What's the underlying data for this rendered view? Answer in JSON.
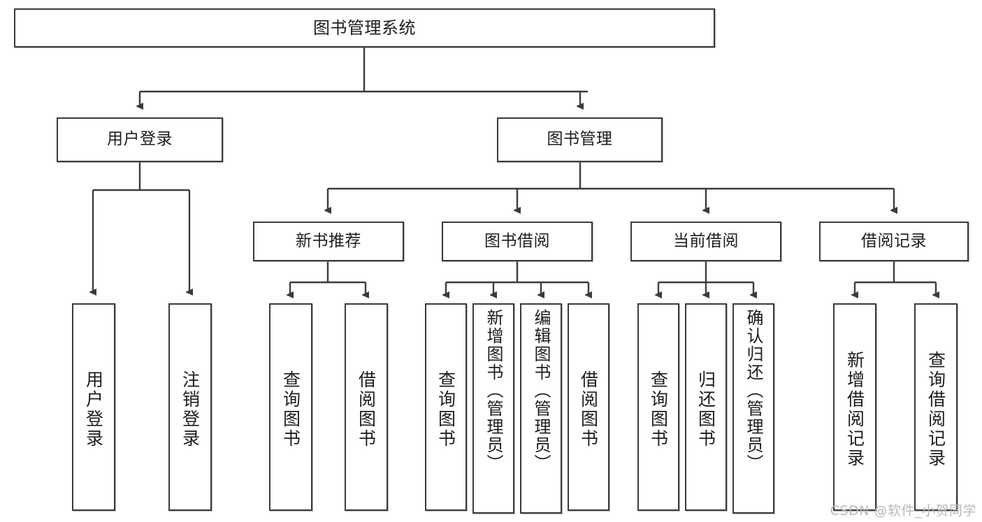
{
  "diagram": {
    "title": "图书管理系统",
    "type": "tree-hierarchy",
    "watermark": "CSDN @软件_小贺同学",
    "colors": {
      "node_border": "#3b3b3b",
      "node_fill": "#ffffff",
      "edge": "#3b3b3b",
      "text": "#1d1d1d",
      "watermark": "#b9b9b9",
      "background": "#ffffff"
    },
    "nodes": {
      "root": {
        "label": "图书管理系统"
      },
      "level1": [
        {
          "id": "user-login",
          "label": "用户登录"
        },
        {
          "id": "book-management",
          "label": "图书管理"
        }
      ],
      "level2": [
        {
          "id": "new-book-recommend",
          "label": "新书推荐"
        },
        {
          "id": "book-borrow",
          "label": "图书借阅"
        },
        {
          "id": "current-borrow",
          "label": "当前借阅"
        },
        {
          "id": "borrow-record",
          "label": "借阅记录"
        }
      ],
      "leaves": {
        "user_login": [
          {
            "id": "leaf-user-login",
            "label": "用户登录"
          },
          {
            "id": "leaf-logout-login",
            "label": "注销登录"
          }
        ],
        "new_book_recommend": [
          {
            "id": "leaf-query-book-1",
            "label": "查询图书"
          },
          {
            "id": "leaf-borrow-book-1",
            "label": "借阅图书"
          }
        ],
        "book_borrow": [
          {
            "id": "leaf-query-book-2",
            "label": "查询图书"
          },
          {
            "id": "leaf-add-book-admin",
            "label": "新增图书（管理员）"
          },
          {
            "id": "leaf-edit-book-admin",
            "label": "编辑图书（管理员）"
          },
          {
            "id": "leaf-borrow-book-2",
            "label": "借阅图书"
          }
        ],
        "current_borrow": [
          {
            "id": "leaf-query-book-3",
            "label": "查询图书"
          },
          {
            "id": "leaf-return-book",
            "label": "归还图书"
          },
          {
            "id": "leaf-confirm-return-admin",
            "label": "确认归还（管理员）"
          }
        ],
        "borrow_record": [
          {
            "id": "leaf-add-borrow-record",
            "label": "新增借阅记录"
          },
          {
            "id": "leaf-query-borrow-record",
            "label": "查询借阅记录"
          }
        ]
      }
    }
  }
}
